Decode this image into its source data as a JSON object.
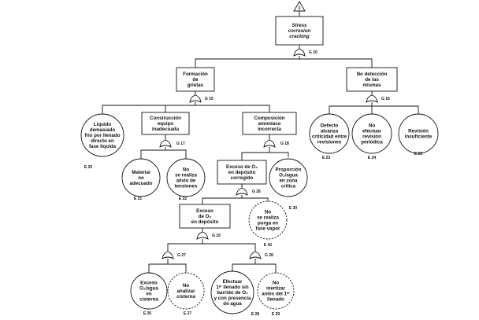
{
  "transfer": {
    "label": "2"
  },
  "top": {
    "lines": [
      "Stress",
      "corrosion",
      "cracking"
    ],
    "gate": "G 10"
  },
  "grietas": {
    "lines": [
      "Formación",
      "de",
      "grietas"
    ],
    "gate": "G 15"
  },
  "nodet": {
    "lines": [
      "No detección",
      "de las",
      "mismas"
    ],
    "gate": "G 16"
  },
  "liquido": {
    "lines": [
      "Líquido",
      "demasiado",
      "frío por llenado",
      "directo en",
      "fase líquida"
    ],
    "tag": "E 20"
  },
  "construccion": {
    "lines": [
      "Construcción",
      "equipo",
      "inadecuada"
    ],
    "gate": "G 17"
  },
  "composicion": {
    "lines": [
      "Composición",
      "amoníaco",
      "incorrecta"
    ],
    "gate": "G 18"
  },
  "material": {
    "lines": [
      "Material",
      "no",
      "adecuado"
    ],
    "tag": "E 21"
  },
  "alivio": {
    "lines": [
      "No",
      "se realiza",
      "alivio de",
      "tensiones"
    ],
    "tag": "E 22"
  },
  "exceso_corr": {
    "lines": [
      "Exceso de O₂",
      "en depósito",
      "corregido"
    ],
    "gate": "G 26"
  },
  "proporcion": {
    "lines": [
      "Proporción",
      "O₂/agua",
      "en zona",
      "crítica"
    ],
    "tag": "E 30"
  },
  "exceso_dep": {
    "lines": [
      "Exceso",
      "de O₂",
      "en depósito"
    ],
    "gate": "G 19"
  },
  "purga": {
    "lines": [
      "No",
      "se realiza",
      "purga en",
      "fase vapor"
    ],
    "tag": "E 42"
  },
  "g27": {
    "gate": "G 27"
  },
  "g28": {
    "gate": "G 28"
  },
  "cisterna_ex": {
    "lines": [
      "Exceso",
      "O₂/agua",
      "en",
      "cisterna"
    ],
    "tag": "E 26"
  },
  "analizar": {
    "lines": [
      "No",
      "analizar",
      "cisterna"
    ],
    "tag": "E 27"
  },
  "barrido": {
    "lines": [
      "Efectuar",
      "1ᵉʳ llenado sin",
      "barrido de O₂",
      "y con presencia",
      "de agua"
    ],
    "tag": "E 28"
  },
  "inertizar": {
    "lines": [
      "No",
      "inertizar",
      "antes del 1ᵉʳ",
      "llenado"
    ],
    "tag": "E 29"
  },
  "defecto": {
    "lines": [
      "Defecto",
      "alcanza",
      "criticidad entre",
      "revisiones"
    ],
    "tag": "E 23"
  },
  "revision_per": {
    "lines": [
      "No",
      "efectuar",
      "revisión",
      "periódica"
    ],
    "tag": "E 24"
  },
  "revision_ins": {
    "lines": [
      "Revisión",
      "insuficiente"
    ],
    "tag": "E 25"
  }
}
